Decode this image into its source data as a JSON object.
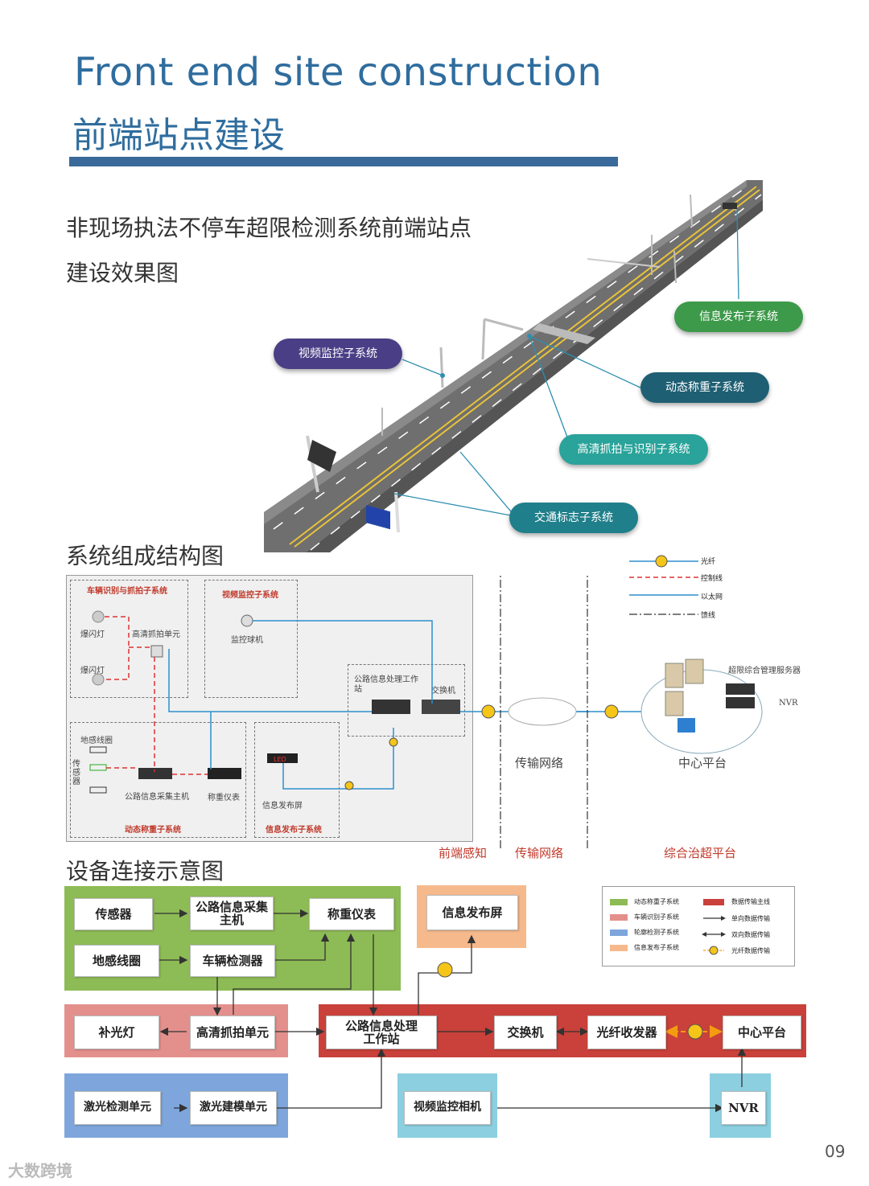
{
  "header": {
    "title_en": "Front end site construction",
    "title_cn": "前端站点建设"
  },
  "section1": {
    "line1": "非现场执法不停车超限检测系统前端站点",
    "line2": "建设效果图",
    "callouts": {
      "video": "视频监控子系统",
      "info": "信息发布子系统",
      "weigh": "动态称重子系统",
      "hd": "高清抓拍与识别子系统",
      "sign": "交通标志子系统"
    },
    "colors": {
      "video": "#4a3f86",
      "info": "#3d9a4a",
      "weigh": "#1f5f73",
      "hd": "#2aa39a",
      "sign": "#1f7f8a"
    }
  },
  "section2": {
    "heading": "系统组成结构图",
    "legend": [
      "光纤",
      "控制线",
      "以太网",
      "馈线"
    ],
    "subsys": {
      "vehicle_title": "车辆识别与抓拍子系统",
      "video_title": "视频监控子系统",
      "weigh_title": "动态称重子系统",
      "info_title": "信息发布子系统"
    },
    "labels": {
      "flash1": "爆闪灯",
      "flash2": "爆闪灯",
      "hd_unit": "高清抓拍单元",
      "dome": "监控球机",
      "workstation": "公路信息处理工作站",
      "switch": "交换机",
      "loop": "地感线圈",
      "sensor": "传感器",
      "collector": "公路信息采集主机",
      "weigh_meter": "称重仪表",
      "led": "LED",
      "info_screen": "信息发布屏",
      "network": "传输网络",
      "server": "超限综合管理服务器",
      "nvr": "NVR",
      "center": "中心平台"
    },
    "layers": [
      "前端感知",
      "传输网络",
      "综合治超平台"
    ]
  },
  "section3": {
    "heading": "设备连接示意图",
    "boxes": {
      "sensor": "传感器",
      "collector": "公路信息采集主机",
      "weigh_meter": "称重仪表",
      "loop": "地感线圈",
      "vehicle_detector": "车辆检测器",
      "info_screen": "信息发布屏",
      "fill_light": "补光灯",
      "hd_unit": "高清抓拍单元",
      "workstation": "公路信息处理工作站",
      "switch": "交换机",
      "fiber_tx": "光纤收发器",
      "center": "中心平台",
      "laser_detect": "激光检测单元",
      "laser_model": "激光建模单元",
      "video_cam": "视频监控相机",
      "nvr": "NVR"
    },
    "legend": [
      {
        "label": "动态称重子系统",
        "color": "#8dbb55"
      },
      {
        "label": "车辆识别子系统",
        "color": "#e3908c"
      },
      {
        "label": "轮廓检测子系统",
        "color": "#7ea6dc"
      },
      {
        "label": "信息发布子系统",
        "color": "#f6b98c"
      }
    ],
    "legend_right": [
      "数据传输主线",
      "单向数据传输",
      "双向数据传输",
      "光纤数据传输"
    ]
  },
  "footer": {
    "page_number": "09",
    "watermark": "大数跨境"
  }
}
